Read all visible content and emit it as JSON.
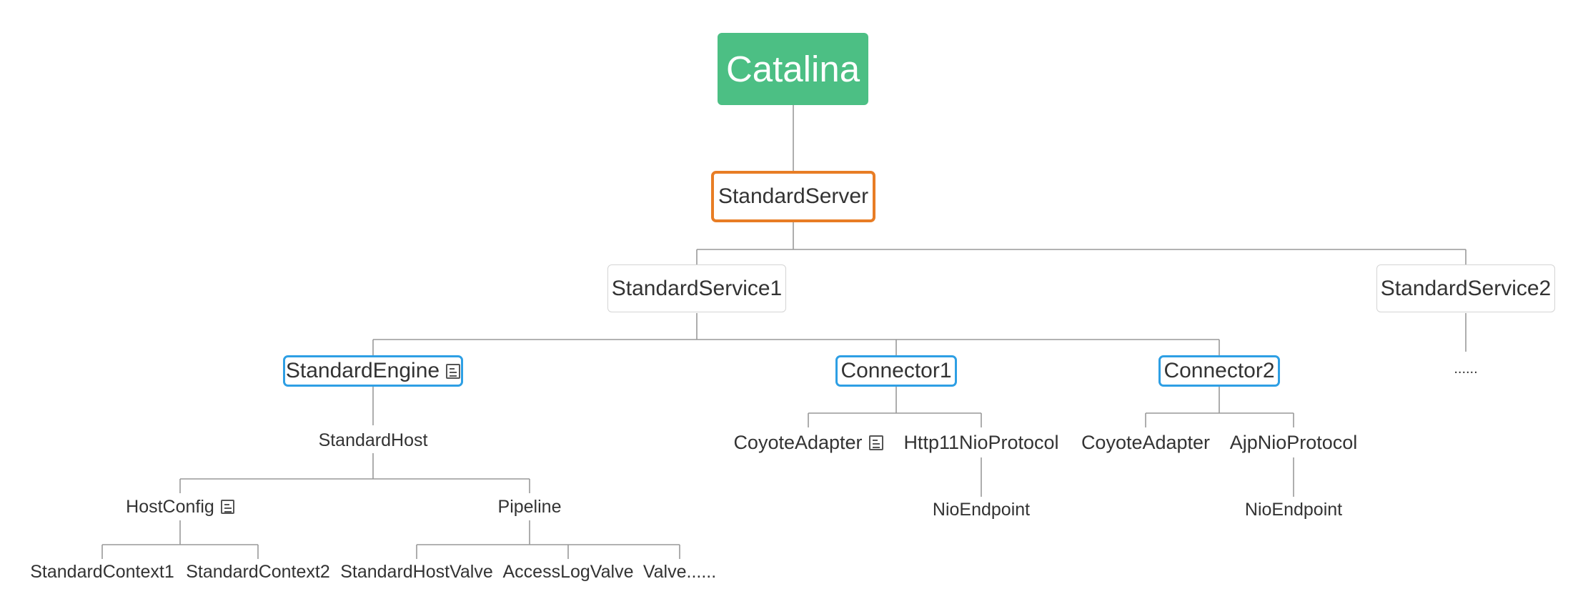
{
  "diagram": {
    "root": "Catalina",
    "server": "StandardServer",
    "services": [
      "StandardService1",
      "StandardService2"
    ],
    "service2_child": "......",
    "engine": {
      "label": "StandardEngine",
      "icon": "note-icon"
    },
    "connectors": [
      "Connector1",
      "Connector2"
    ],
    "host": "StandardHost",
    "host_config": {
      "label": "HostConfig",
      "icon": "note-icon"
    },
    "pipeline": "Pipeline",
    "contexts": [
      "StandardContext1",
      "StandardContext2"
    ],
    "valves": [
      "StandardHostValve",
      "AccessLogValve",
      "Valve......"
    ],
    "connector1_children": {
      "adapter": {
        "label": "CoyoteAdapter",
        "icon": "note-icon"
      },
      "protocol": "Http11NioProtocol",
      "endpoint": "NioEndpoint"
    },
    "connector2_children": {
      "adapter": "CoyoteAdapter",
      "protocol": "AjpNioProtocol",
      "endpoint": "NioEndpoint"
    }
  },
  "colors": {
    "root_fill": "#4cbf84",
    "server_border": "#e87d25",
    "engine_border": "#2e9fe4",
    "service_border": "#d4d4d4",
    "line": "#999999"
  }
}
